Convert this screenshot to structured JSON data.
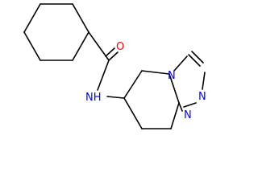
{
  "molecule": {
    "atoms": [
      {
        "label": "O",
        "color": "#ff0000"
      },
      {
        "label": "NH",
        "color": "#0000ff"
      },
      {
        "label": "N",
        "color": "#0000ff"
      },
      {
        "label": "N",
        "color": "#0000ff"
      },
      {
        "label": "N",
        "color": "#0000ff"
      }
    ],
    "bond_color": "#000000",
    "background": "#ffffff"
  }
}
